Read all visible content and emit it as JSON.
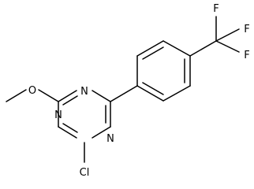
{
  "structure": {
    "atoms": {
      "O": "O",
      "N_top": "N",
      "N_left": "N",
      "N_right": "N",
      "Cl": "Cl",
      "F_top": "F",
      "F_right1": "F",
      "F_right2": "F"
    }
  }
}
